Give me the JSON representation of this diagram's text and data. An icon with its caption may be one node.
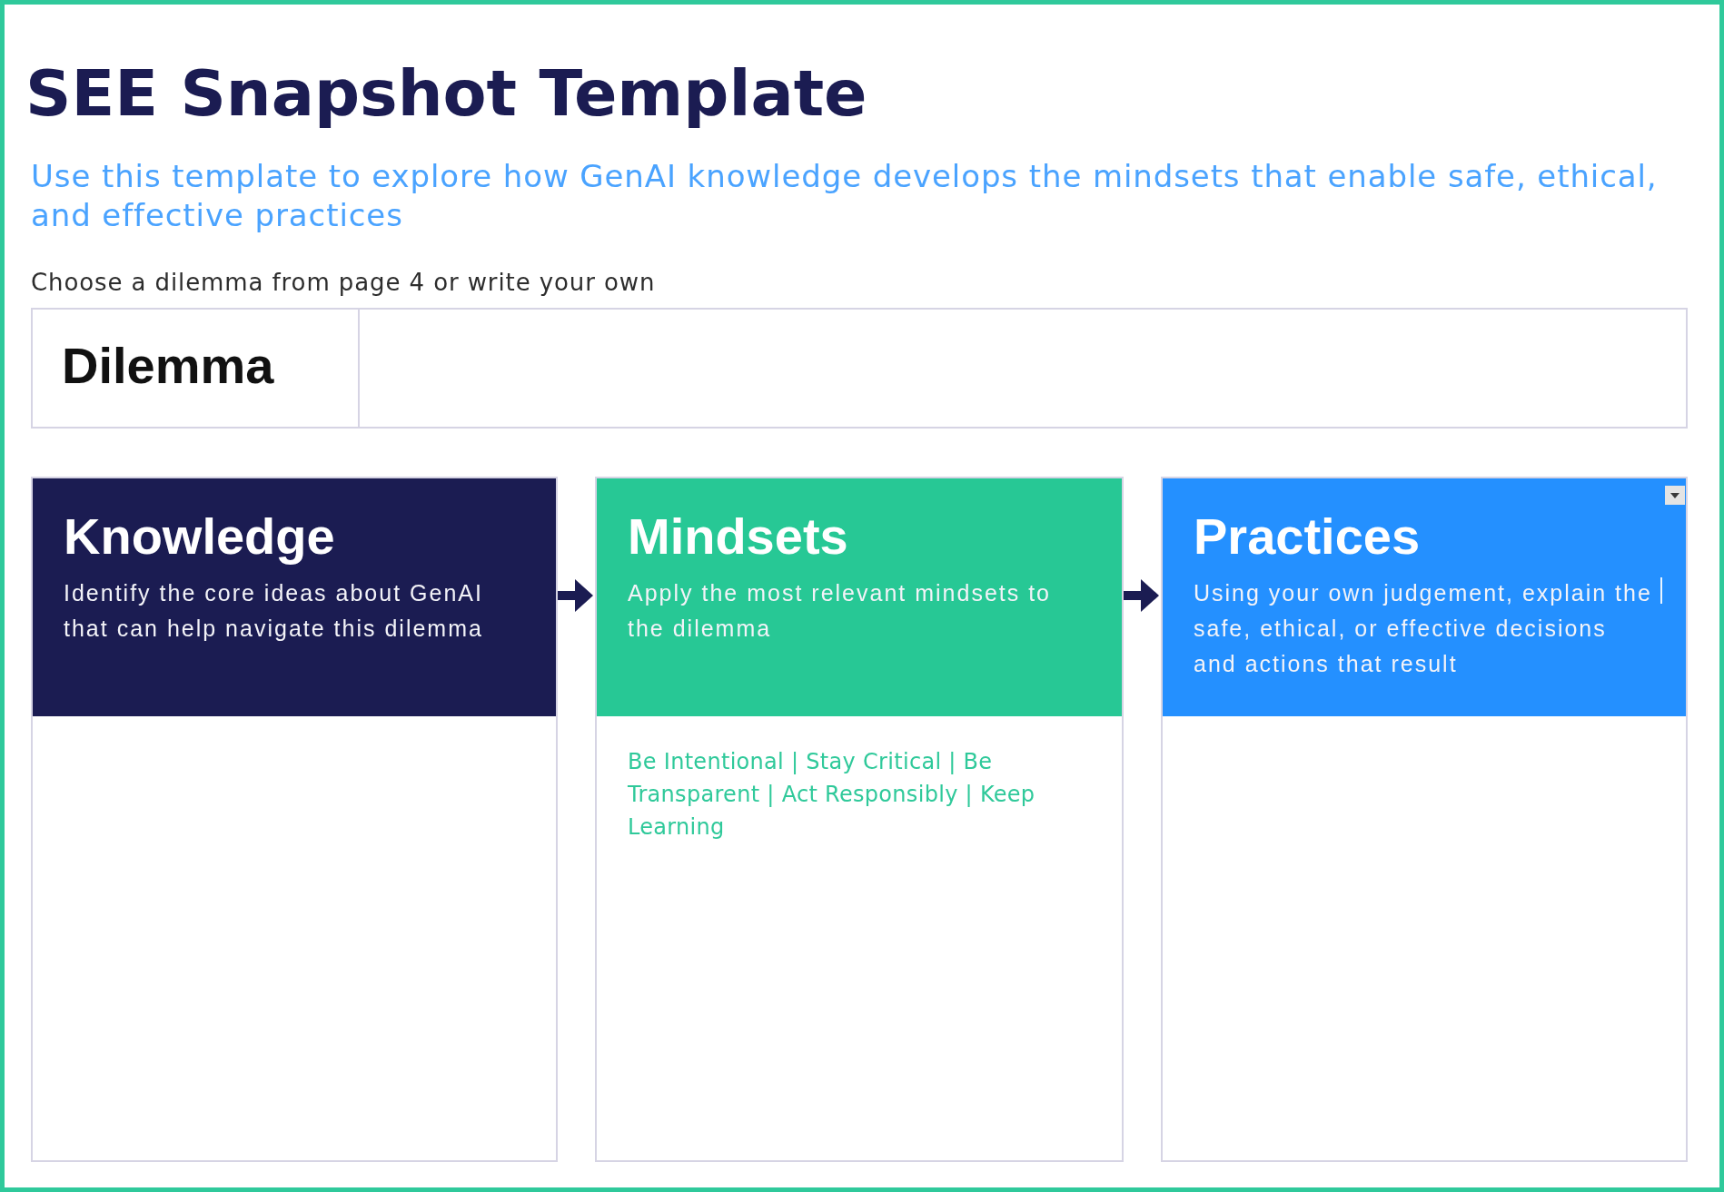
{
  "diagram": {
    "title": "SEE Snapshot Template",
    "nodes": [
      {
        "text": [
          "Dilemma"
        ],
        "beside": [
          "Choose a dilemma from page 4 or write your own"
        ]
      },
      {
        "text": [
          "Knowledge",
          "Identify the core ideas about GenAI that can help navigate this dilemma"
        ]
      },
      {
        "text": [
          "Mindsets",
          "Apply the most relevant mindsets to the dilemma",
          "Be Intentional | Stay Critical | Be Transparent | Act Responsibly | Keep Learning"
        ]
      },
      {
        "text": [
          "Practices",
          "Using your own judgement, explain the safe, ethical, or effective decisions and actions that result"
        ]
      }
    ],
    "edges": [
      {
        "from": 1,
        "to": 2,
        "arrow": "to"
      },
      {
        "from": 2,
        "to": 3,
        "arrow": "to"
      }
    ],
    "labels": [
      "Use this template to explore how GenAI knowledge develops the mindsets that enable safe, ethical, and effective practices"
    ]
  }
}
